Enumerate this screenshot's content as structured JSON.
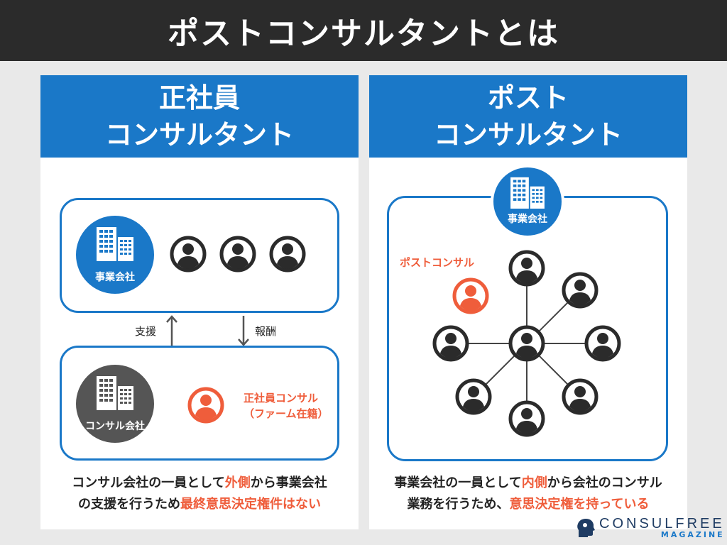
{
  "title": "ポストコンサルタントとは",
  "left": {
    "header_line1": "正社員",
    "header_line2": "コンサルタント",
    "client_label": "事業会社",
    "consult_label": "コンサル会社",
    "support_label": "支援",
    "reward_label": "報酬",
    "employee_label_line1": "正社員コンサル",
    "employee_label_line2": "（ファーム在籍）",
    "caption_line1_a": "コンサル会社の一員として",
    "caption_line1_b": "外側",
    "caption_line1_c": "から事業会社",
    "caption_line2_a": "の支援を行うため",
    "caption_line2_b": "最終意思決定権件はない"
  },
  "right": {
    "header_line1": "ポスト",
    "header_line2": "コンサルタント",
    "client_label": "事業会社",
    "post_label": "ポストコンサル",
    "caption_line1_a": "事業会社の一員として",
    "caption_line1_b": "内側",
    "caption_line1_c": "から会社のコンサル",
    "caption_line2_a": "業務を行うため、",
    "caption_line2_b": "意思決定権を持っている"
  },
  "logo": {
    "name": "CONSULFREE",
    "sub": "MAGAZINE",
    "icon": "head-icon"
  },
  "colors": {
    "blue": "#1a78c8",
    "dark": "#2b2b2b",
    "accent": "#ef5d3b",
    "gray": "#555555"
  }
}
